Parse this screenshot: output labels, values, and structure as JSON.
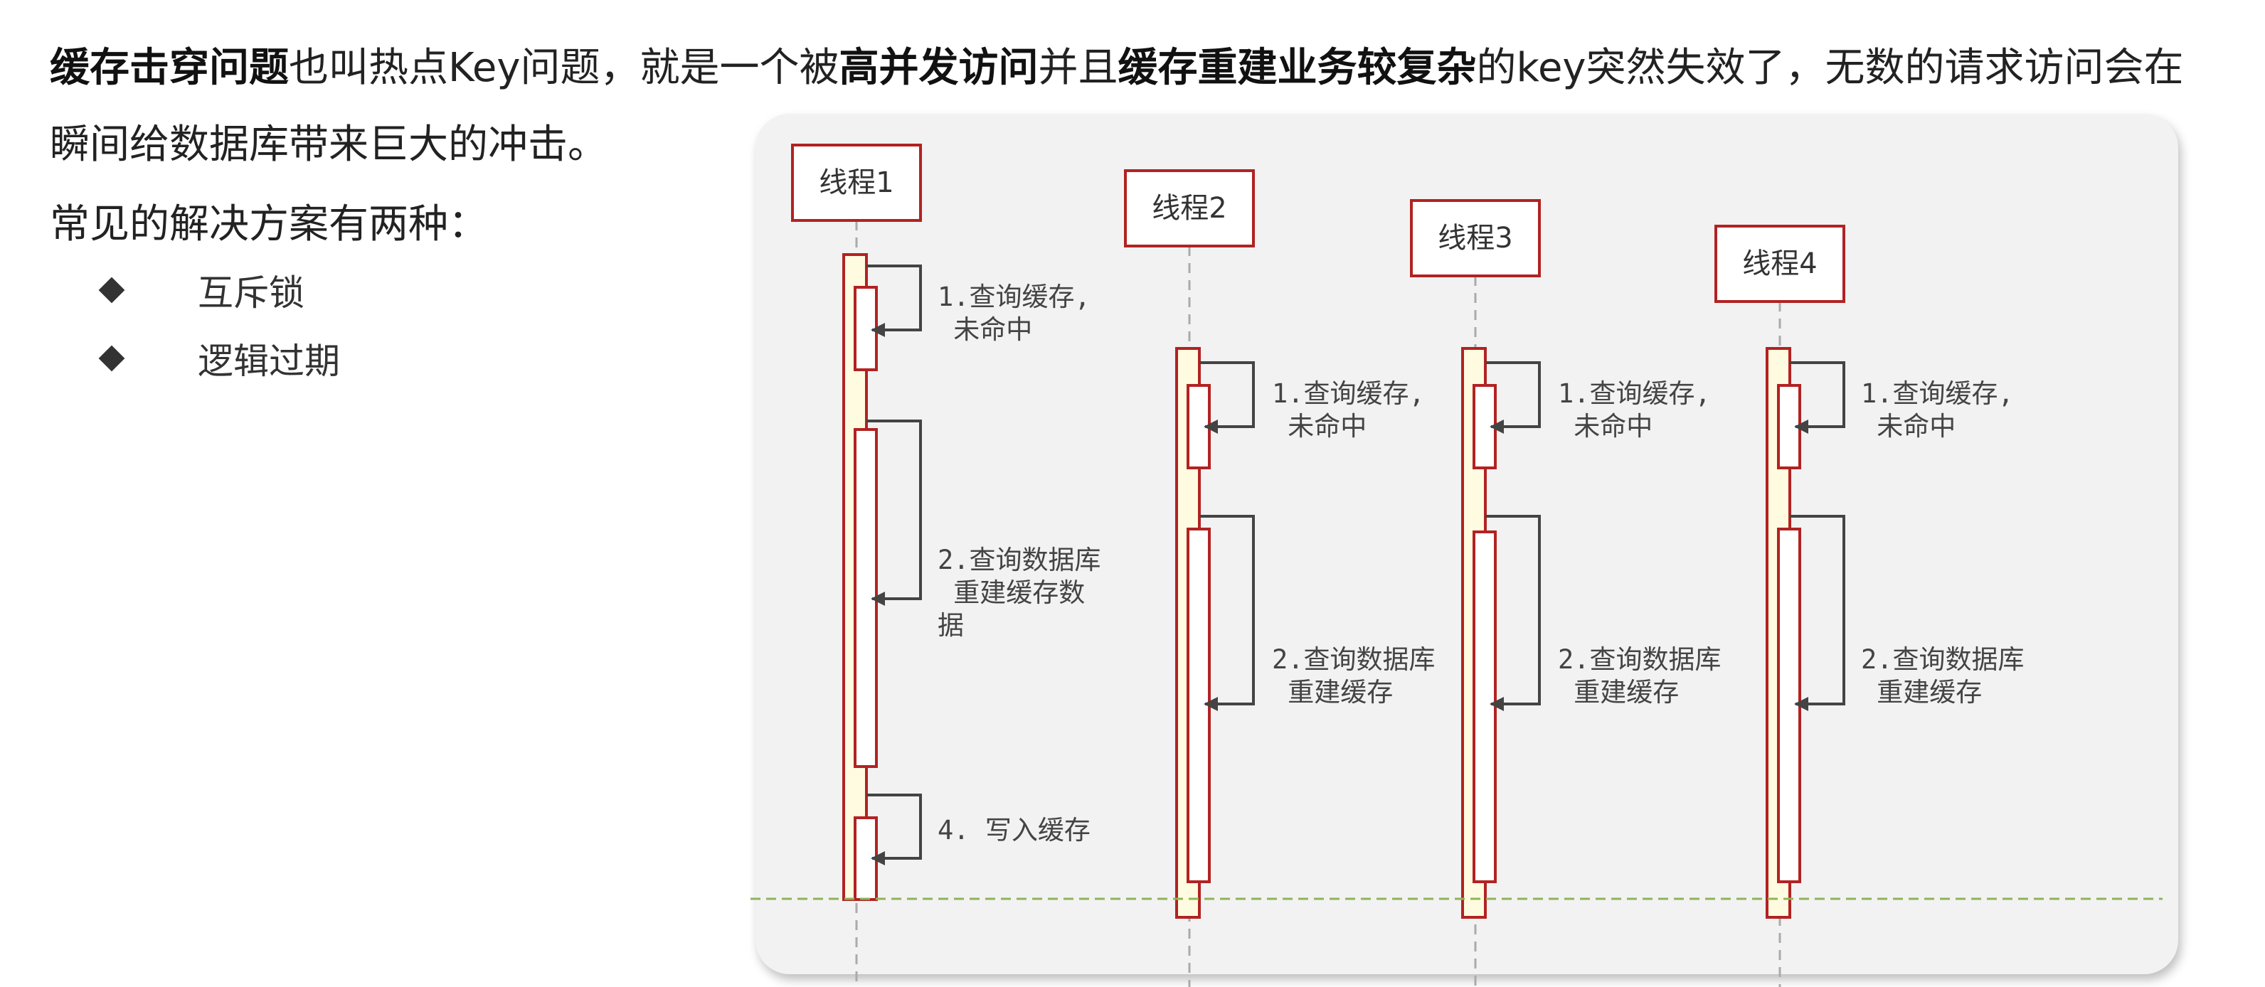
{
  "intro": {
    "bold1": "缓存击穿问题",
    "t1": "也叫热点Key问题，就是一个被",
    "bold2": "高并发访问",
    "t2": "并且",
    "bold3": "缓存重建业务较复杂",
    "t3": "的key突然失效了，无数的请求访问会在瞬间给数据库带来巨大的冲击。"
  },
  "solutions": {
    "heading": "常见的解决方案有两种：",
    "items": [
      "互斥锁",
      "逻辑过期"
    ]
  },
  "diagram": {
    "threads": [
      {
        "name": "线程1",
        "labels": [
          [
            "1.查询缓存,",
            "  未命中"
          ],
          [
            "2.查询数据库",
            " 重建缓存数",
            "据"
          ],
          [
            "4. 写入缓存"
          ]
        ]
      },
      {
        "name": "线程2",
        "labels": [
          [
            "1.查询缓存,",
            "  未命中"
          ],
          [
            "2.查询数据库",
            "  重建缓存"
          ]
        ]
      },
      {
        "name": "线程3",
        "labels": [
          [
            "1.查询缓存,",
            "  未命中"
          ],
          [
            "2.查询数据库",
            "  重建缓存"
          ]
        ]
      },
      {
        "name": "线程4",
        "labels": [
          [
            "1.查询缓存,",
            "  未命中"
          ],
          [
            "2.查询数据库",
            "  重建缓存"
          ]
        ]
      }
    ],
    "colors": {
      "box_border": "#b22222",
      "activation_fill": "#fffbe0",
      "panel_bg": "#f2f2f2",
      "guide_line": "#8fb359"
    }
  }
}
